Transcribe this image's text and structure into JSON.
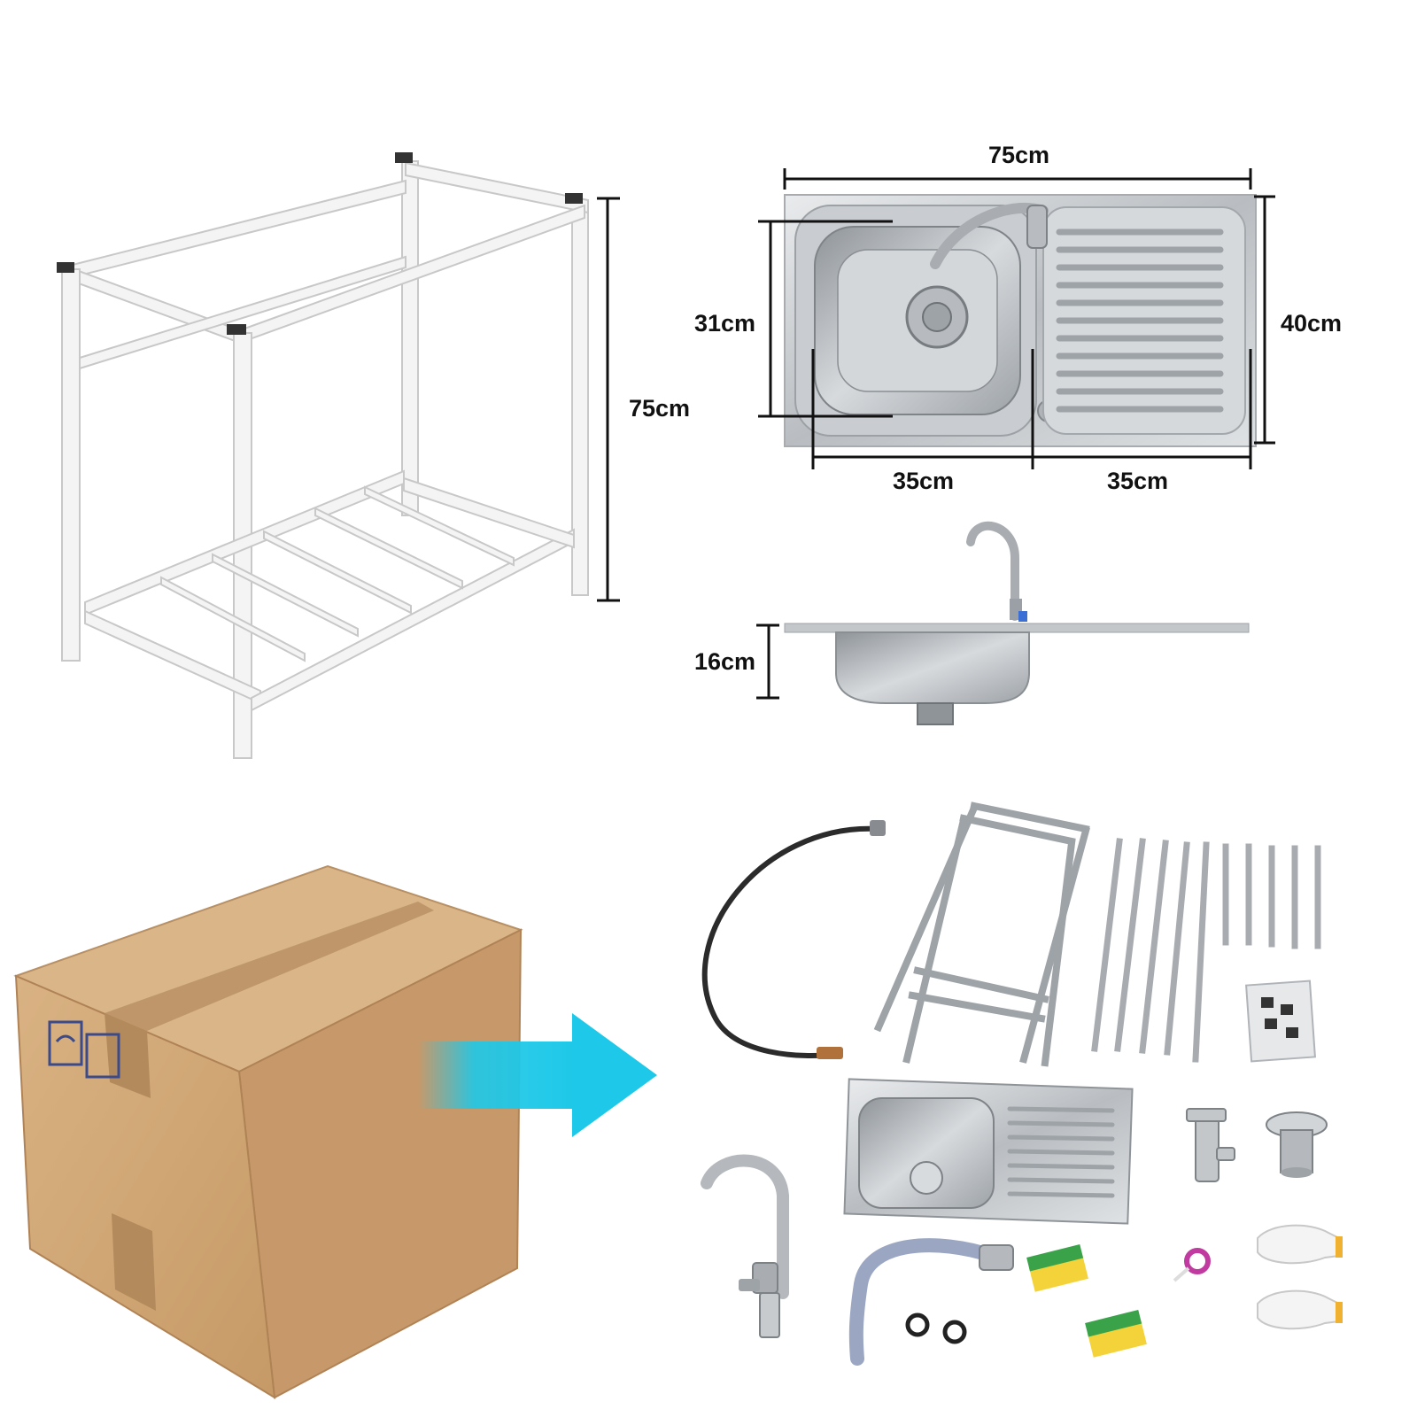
{
  "dimensions": {
    "frame_height": "75cm",
    "sink_width": "75cm",
    "sink_depth": "40cm",
    "bowl_depth": "31cm",
    "bowl_width": "35cm",
    "drainboard_width": "35cm",
    "bowl_height": "16cm"
  },
  "colors": {
    "arrow": "#1ec8e8",
    "box": "#d2a877",
    "tape": "#b89064",
    "steel": "#c9cccf",
    "frame": "#f2f2f2"
  }
}
